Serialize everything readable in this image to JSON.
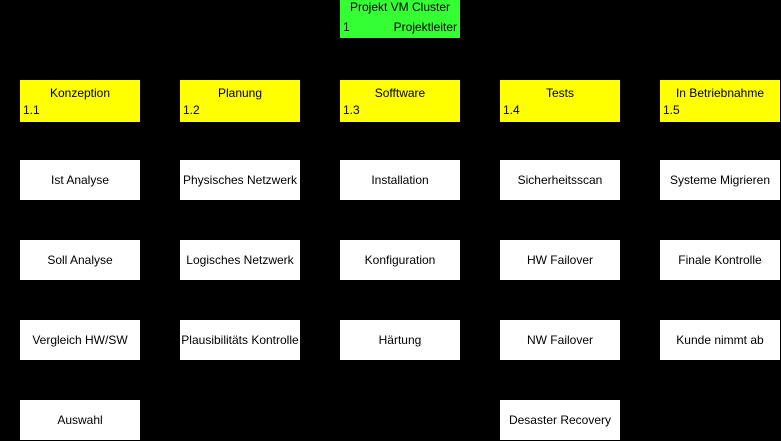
{
  "diagram": {
    "background_color": "#000000",
    "root": {
      "title": "Projekt VM Cluster",
      "id": "1",
      "role": "Projektleiter",
      "color": "#33ff33"
    },
    "phase_color": "#ffff00",
    "task_color": "#ffffff",
    "columns": [
      {
        "phase": {
          "title": "Konzeption",
          "id": "1.1"
        },
        "tasks": [
          "Ist Analyse",
          "Soll Analyse",
          "Vergleich HW/SW",
          "Auswahl"
        ]
      },
      {
        "phase": {
          "title": "Planung",
          "id": "1.2"
        },
        "tasks": [
          "Physisches Netzwerk",
          "Logisches Netzwerk",
          "Plausibilitäts Kontrolle"
        ]
      },
      {
        "phase": {
          "title": "Sofftware",
          "id": "1.3"
        },
        "tasks": [
          "Installation",
          "Konfiguration",
          "Härtung"
        ]
      },
      {
        "phase": {
          "title": "Tests",
          "id": "1.4"
        },
        "tasks": [
          "Sicherheitsscan",
          "HW Failover",
          "NW Failover",
          "Desaster Recovery"
        ]
      },
      {
        "phase": {
          "title": "In Betriebnahme",
          "id": "1.5"
        },
        "tasks": [
          "Systeme Migrieren",
          "Finale Kontrolle",
          "Kunde nimmt ab"
        ]
      }
    ]
  }
}
